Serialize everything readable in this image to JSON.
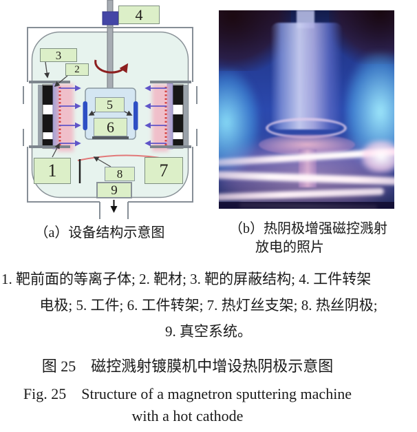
{
  "figure": {
    "panel_a": {
      "caption": "（a）设备结构示意图",
      "labels": [
        "1",
        "2",
        "3",
        "4",
        "5",
        "6",
        "7",
        "8",
        "9"
      ]
    },
    "panel_b": {
      "caption_line1": "（b）热阴极增强磁控溅射",
      "caption_line2": "放电的照片"
    },
    "legend": {
      "line1": "1. 靶前面的等离子体; 2. 靶材; 3. 靶的屏蔽结构; 4. 工件转架",
      "line2": "电极; 5. 工件; 6. 工件转架; 7. 热灯丝支架; 8. 热丝阴极;",
      "line3": "9. 真空系统。"
    },
    "caption_zh": "图 25　磁控溅射镀膜机中增设热阴极示意图",
    "caption_en_line1": "Fig. 25　Structure of a magnetron sputtering machine",
    "caption_en_line2": "with a hot cathode"
  },
  "colors": {
    "label_box_fill": "#dcefc8",
    "label_box_border": "#7e8f80",
    "chamber_fill": "#e7f3ee",
    "workpiece_holder_fill": "#d4e6f2",
    "workpiece_bar_blue": "#2e4fc4",
    "target_strip_purple": "#aba5d4",
    "plasma_pink": "#f3b3c2",
    "sputter_arrow_blue": "#6055c8",
    "rotation_arrow_red": "#8c1f1f",
    "filament_arc_red": "#e27878",
    "photo_base_blue": "#2b49ae"
  }
}
